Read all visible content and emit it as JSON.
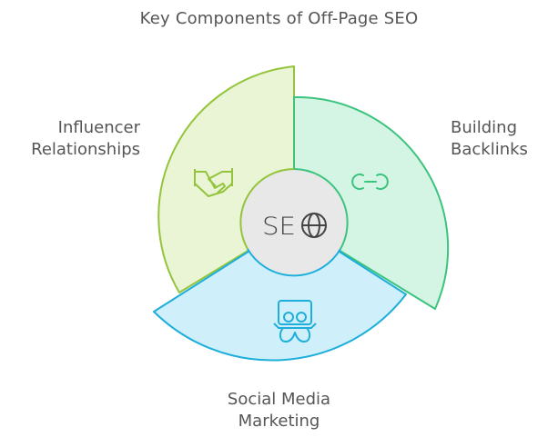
{
  "title": "Key Components of Off-Page SEO",
  "center": {
    "label": "SEO",
    "icon": "globe-icon",
    "fill": "#e8e8e8"
  },
  "segments": [
    {
      "id": "influencer",
      "label_line1": "Influencer",
      "label_line2": "Relationships",
      "icon": "handshake-icon",
      "fill": "#e9f5d4",
      "stroke": "#94c43c"
    },
    {
      "id": "backlinks",
      "label_line1": "Building",
      "label_line2": "Backlinks",
      "icon": "link-icon",
      "fill": "#d4f5e4",
      "stroke": "#3cc47e"
    },
    {
      "id": "social",
      "label_line1": "Social Media",
      "label_line2": "Marketing",
      "icon": "slideshare-icon",
      "fill": "#cff0fb",
      "stroke": "#1eaedb"
    }
  ]
}
